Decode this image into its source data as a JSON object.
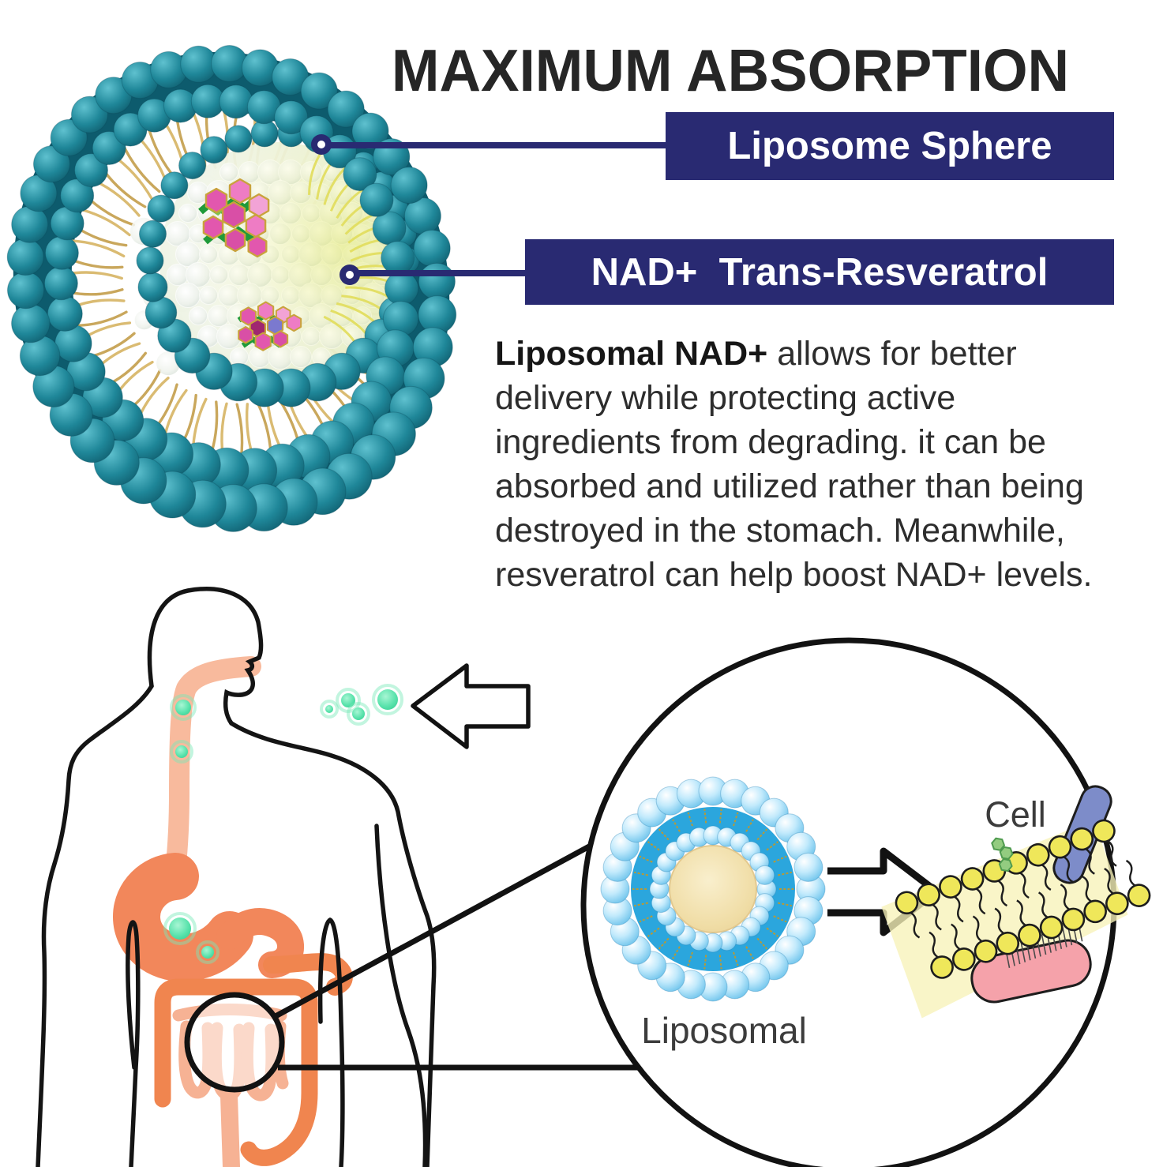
{
  "title": "MAXIMUM ABSORPTION",
  "callouts": {
    "liposome_sphere": "Liposome Sphere",
    "nad_trans": "NAD+  Trans-Resveratrol"
  },
  "paragraph": {
    "bold_lead": "Liposomal NAD+",
    "rest_line1": " allows for better",
    "lines": [
      "delivery while protecting active",
      "ingredients from degrading. it can be",
      "absorbed and utilized rather than being",
      "destroyed in the stomach. Meanwhile,",
      "resveratrol can help boost NAD+ levels."
    ]
  },
  "zoom_view": {
    "liposome_label": "Liposomal",
    "cell_label": "Cell"
  },
  "colors": {
    "navy": "#292a72",
    "teal": "#1f8799",
    "tail_tan": "#d8b76c",
    "orange_deep": "#f0854f",
    "orange_pale": "#f6b294",
    "green_particle": "#58e2ab",
    "liposome_blue": "#2ba6dd",
    "liposome_core_tan": "#f0dda6",
    "membrane_yellow": "#efe75a",
    "receptor_blue": "#7d8cc9",
    "base_pink": "#f5a2aa",
    "molecule_pink": "#e257ae",
    "molecule_green": "#1f9a39"
  }
}
